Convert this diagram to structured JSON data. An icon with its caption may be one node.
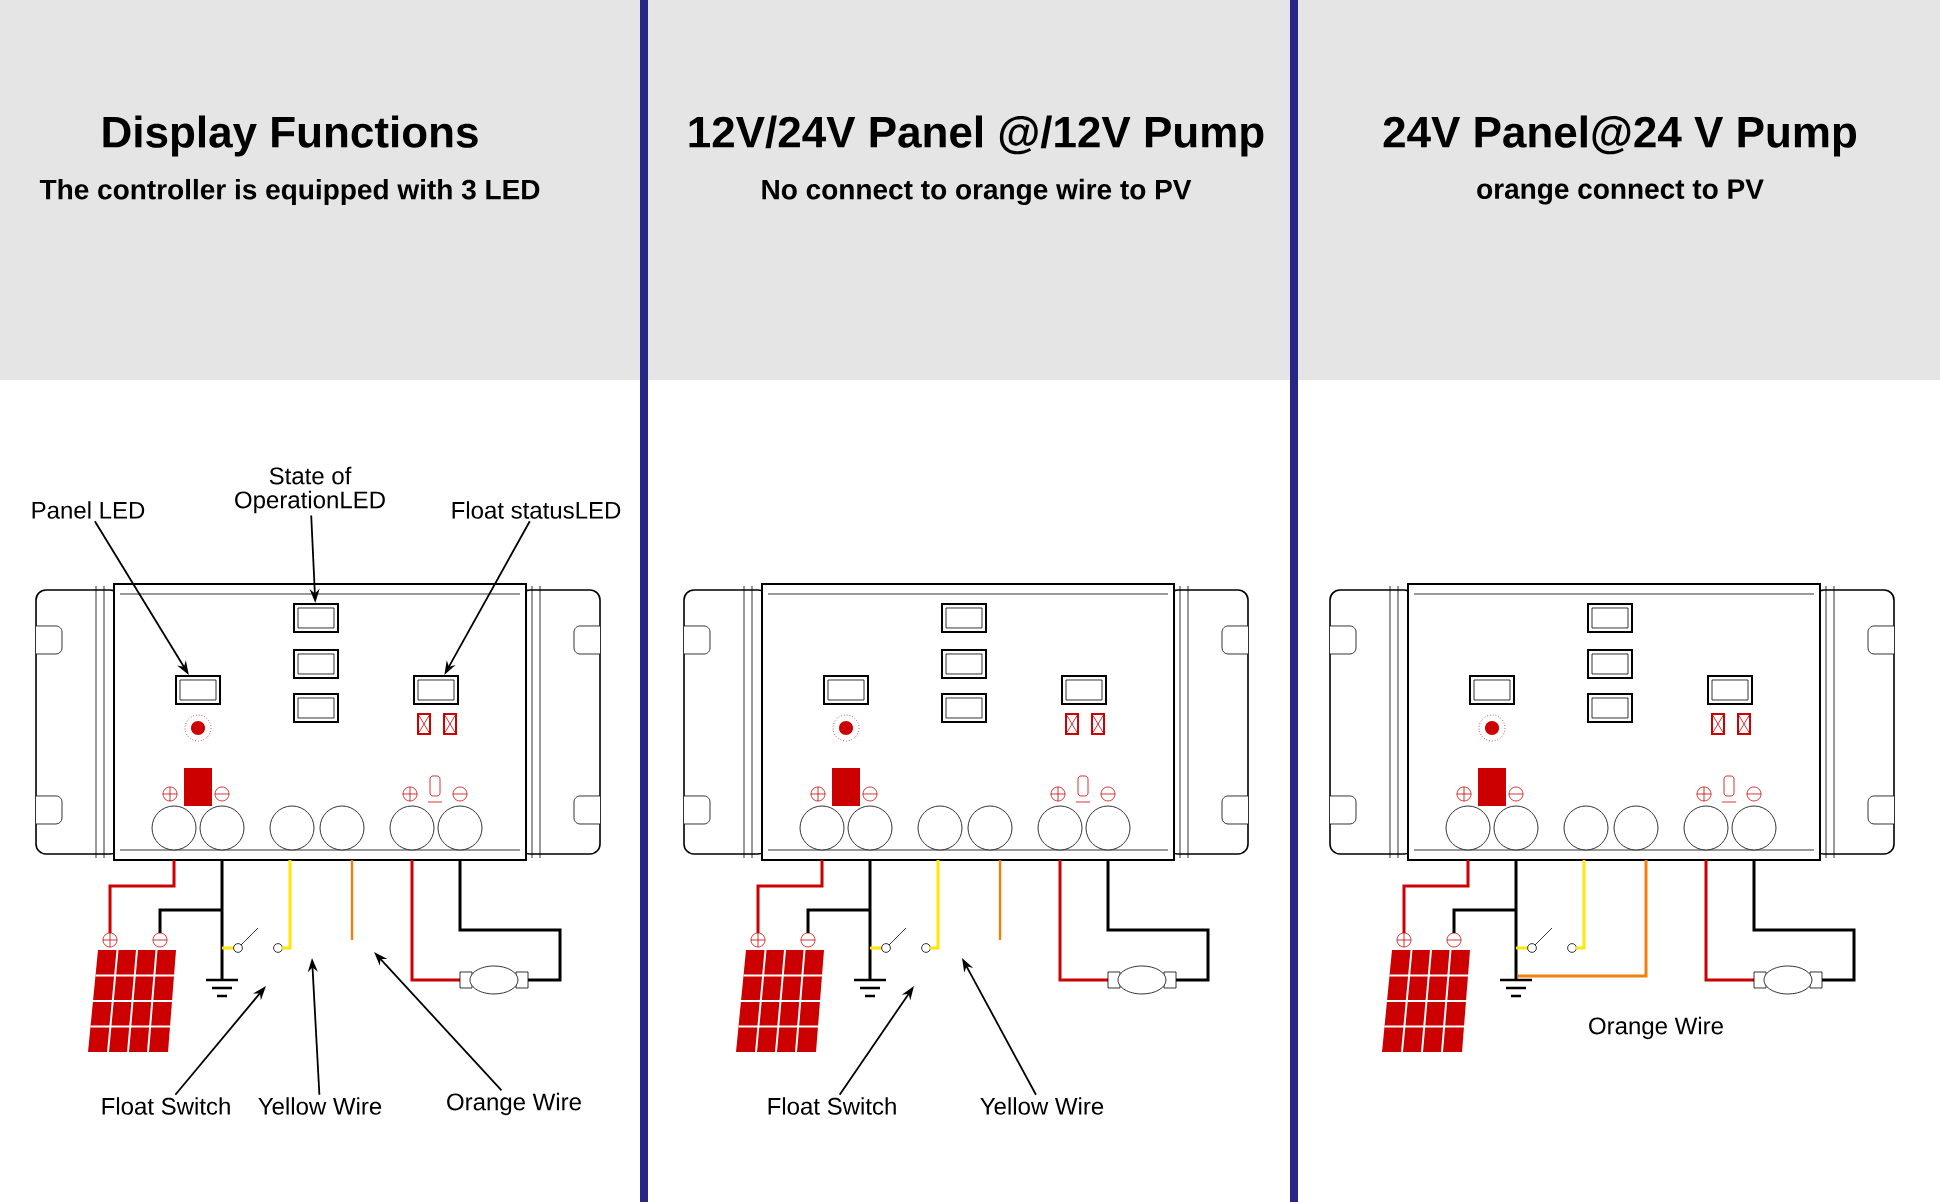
{
  "diagram": {
    "nodes": [
      {
        "text": [
          "Panel LED"
        ]
      },
      {
        "text": [
          "State of OperationLED"
        ]
      },
      {
        "text": [
          "Float statusLED"
        ]
      },
      {
        "text": [],
        "shape": "box"
      },
      {
        "text": [],
        "shape": "box"
      },
      {
        "text": [],
        "shape": "box"
      },
      {
        "text": [
          "Float Switch"
        ]
      },
      {
        "text": [
          "Yellow Wire"
        ]
      },
      {
        "text": [
          "Orange Wire"
        ]
      },
      {
        "text": [
          "Float Switch"
        ]
      },
      {
        "text": [
          "Yellow Wire"
        ]
      }
    ],
    "edges": [
      {
        "from": 0,
        "to": 3,
        "arrow": "to"
      },
      {
        "from": 1,
        "to": 4,
        "arrow": "to"
      },
      {
        "from": 2,
        "to": 5,
        "arrow": "to"
      },
      {
        "from": 6,
        "to": null,
        "arrow": "to"
      },
      {
        "from": 7,
        "to": null,
        "arrow": "to"
      },
      {
        "from": 8,
        "to": null,
        "arrow": "to"
      },
      {
        "from": 9,
        "to": null,
        "arrow": "to"
      },
      {
        "from": 10,
        "to": null,
        "arrow": "to"
      }
    ],
    "labels": [
      "Display Functions",
      "The controller is equipped with 3 LED",
      "12V/24V Panel @/12V Pump",
      "No connect to orange wire to PV",
      "24V Panel@24 V Pump",
      "orange connect to PV",
      "Orange Wire"
    ]
  }
}
